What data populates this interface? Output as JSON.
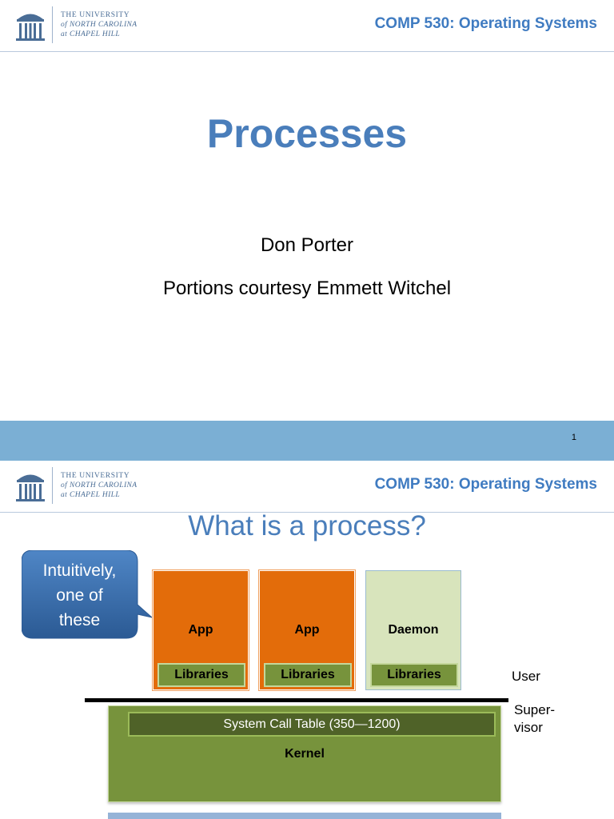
{
  "header": {
    "university_lines": [
      "THE UNIVERSITY",
      "of NORTH CAROLINA",
      "at CHAPEL HILL"
    ],
    "course_title": "COMP 530: Operating Systems"
  },
  "slide1": {
    "title": "Processes",
    "author": "Don Porter",
    "courtesy": "Portions courtesy Emmett Witchel",
    "page_number": "1"
  },
  "slide2": {
    "title": "What is a process?",
    "callout_lines": [
      "Intuitively,",
      "one of",
      "these"
    ],
    "boxes": [
      {
        "label": "App",
        "library": "Libraries"
      },
      {
        "label": "App",
        "library": "Libraries"
      },
      {
        "label": "Daemon",
        "library": "Libraries"
      }
    ],
    "user_label": "User",
    "supervisor_lines": [
      "Super-",
      "visor"
    ],
    "syscall_table": "System Call Table (350—1200)",
    "kernel_label": "Kernel"
  },
  "colors": {
    "accent_blue": "#4a7ebb",
    "footer_blue": "#7bafd4",
    "app_orange": "#e36c0a",
    "daemon_green": "#d8e4bc",
    "library_green": "#77933c",
    "syscall_dark_green": "#4f6228"
  }
}
